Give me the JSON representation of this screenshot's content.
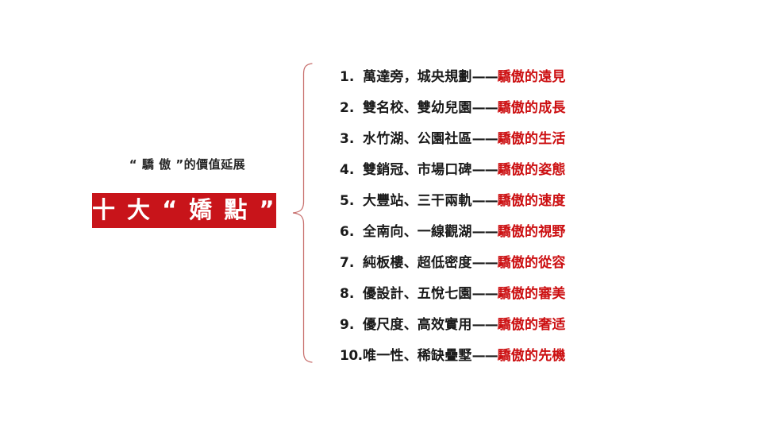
{
  "slide": {
    "background_color": "#FFFFFF",
    "accent_red": "#C8141A",
    "text_red": "#CC0F11",
    "text_dark": "#1A1A1A"
  },
  "left": {
    "subtitle": "“ 驕 傲 ”的價值延展",
    "banner_title": "十 大 “ 嬌 點 ”"
  },
  "brace": {
    "name": "left-curly-brace",
    "color": "#C8706E"
  },
  "list": {
    "dash": "——",
    "items": [
      {
        "num": "1.",
        "head": "萬達旁，城央規劃",
        "tail": "驕傲的遠見"
      },
      {
        "num": "2.",
        "head": "雙名校、雙幼兒園",
        "tail": "驕傲的成長"
      },
      {
        "num": "3.",
        "head": "水竹湖、公園社區",
        "tail": "驕傲的生活"
      },
      {
        "num": "4.",
        "head": "雙銷冠、市場口碑",
        "tail": "驕傲的姿態"
      },
      {
        "num": "5.",
        "head": "大豐站、三干兩軌",
        "tail": "驕傲的速度"
      },
      {
        "num": "6.",
        "head": "全南向、一線觀湖",
        "tail": "驕傲的視野"
      },
      {
        "num": "7.",
        "head": "純板樓、超低密度",
        "tail": "驕傲的從容"
      },
      {
        "num": "8.",
        "head": "優設計、五悅七園",
        "tail": "驕傲的審美"
      },
      {
        "num": "9.",
        "head": "優尺度、高效實用",
        "tail": "驕傲的奢适"
      },
      {
        "num": "10.",
        "head": "唯一性、稀缺疊墅",
        "tail": "驕傲的先機"
      }
    ]
  }
}
